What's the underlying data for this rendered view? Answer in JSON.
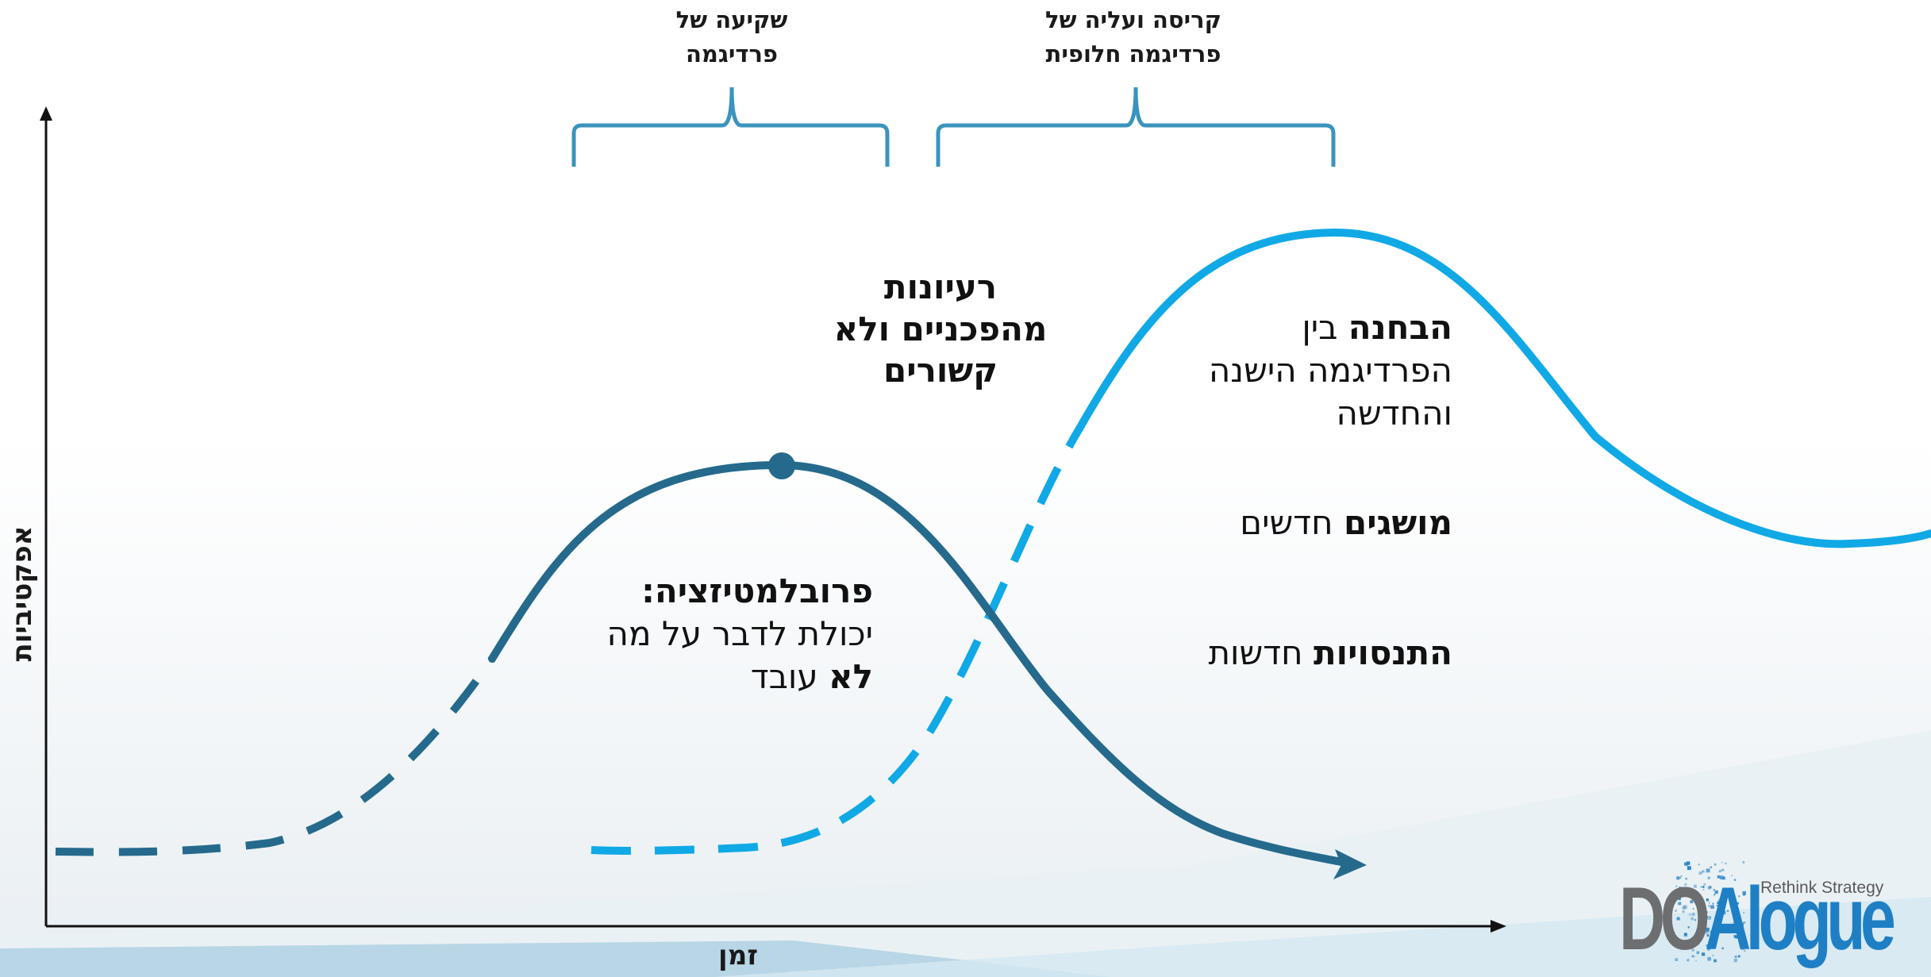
{
  "axes": {
    "x_label": "זמן",
    "y_label": "אפקטיביות"
  },
  "brackets": {
    "decline": {
      "line1": "שקיעה של",
      "line2": "פרדיגמה"
    },
    "crisis": {
      "line1": "קריסה ועליה של",
      "line2": "פרדיגמה חלופית"
    }
  },
  "center_label": {
    "line1": "רעיונות",
    "line2": "מהפכניים ולא",
    "line3": "קשורים"
  },
  "problematization": {
    "title": "פרובלמטיזציה:",
    "line2": "יכולת לדבר על מה",
    "line3_bold": "לא",
    "line3_rest": " עובד"
  },
  "distinction": {
    "bold": "הבחנה",
    "rest": " בין",
    "line2": "הפרדיגמה הישנה",
    "line3": "והחדשה"
  },
  "concepts": {
    "bold": "מושגים",
    "rest": " חדשים"
  },
  "experiments": {
    "bold": "התנסויות",
    "rest": " חדשות"
  },
  "logo": {
    "do": "DO",
    "rest": "Alogue",
    "tagline": "Rethink Strategy"
  },
  "colors": {
    "old_paradigm": "#256a8c",
    "new_paradigm": "#10a9e6",
    "bracket": "#3a94bd",
    "axis": "#111111"
  }
}
